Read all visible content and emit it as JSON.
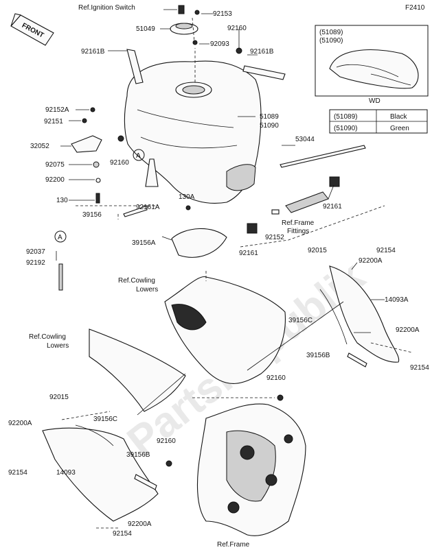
{
  "diagram_code": "F2410",
  "front_label": "FRONT",
  "watermark": "PartsRepublik",
  "inset": {
    "part_numbers": [
      "(51089)",
      "(51090)"
    ],
    "variant_label": "WD"
  },
  "color_table": [
    {
      "part": "(51089)",
      "color": "Black"
    },
    {
      "part": "(51090)",
      "color": "Green"
    }
  ],
  "labels": {
    "ref_ignition_switch": "Ref.Ignition Switch",
    "p92153": "92153",
    "p51049": "51049",
    "p92160_top": "92160",
    "p92093": "92093",
    "p92161b_left": "92161B",
    "p92161b_right": "92161B",
    "p92152a": "92152A",
    "p92151": "92151",
    "p32052": "32052",
    "p92075": "92075",
    "p92200": "92200",
    "p130": "130",
    "p92160_mid": "92160",
    "callout_a_top": "A",
    "p51089": "51089",
    "p51090": "51090",
    "p53044": "53044",
    "p92161_right": "92161",
    "ref_frame_fittings_1": "Ref.Frame",
    "ref_frame_fittings_2": "Fittings",
    "p130a": "130A",
    "p92161a": "92161A",
    "p39156": "39156",
    "p92152": "92152",
    "p92161_mid": "92161",
    "p39156a": "39156A",
    "callout_a_left": "A",
    "p92037": "92037",
    "p92192": "92192",
    "p92015_top": "92015",
    "p92154_top": "92154",
    "p92200a_top": "92200A",
    "ref_cowling_lowers_1a": "Ref.Cowling",
    "ref_cowling_lowers_1b": "Lowers",
    "p14093a": "14093A",
    "p39156c_right": "39156C",
    "ref_cowling_lowers_2a": "Ref.Cowling",
    "ref_cowling_lowers_2b": "Lowers",
    "p92200a_right": "92200A",
    "p39156b_right": "39156B",
    "p92154_right": "92154",
    "p92160_low": "92160",
    "p92015_left": "92015",
    "p92200a_left": "92200A",
    "p39156c_left": "39156C",
    "p92160_left": "92160",
    "p39156b_left": "39156B",
    "p92154_left": "92154",
    "p14093": "14093",
    "p92200a_bottom": "92200A",
    "p92154_bottom": "92154",
    "ref_frame": "Ref.Frame"
  }
}
